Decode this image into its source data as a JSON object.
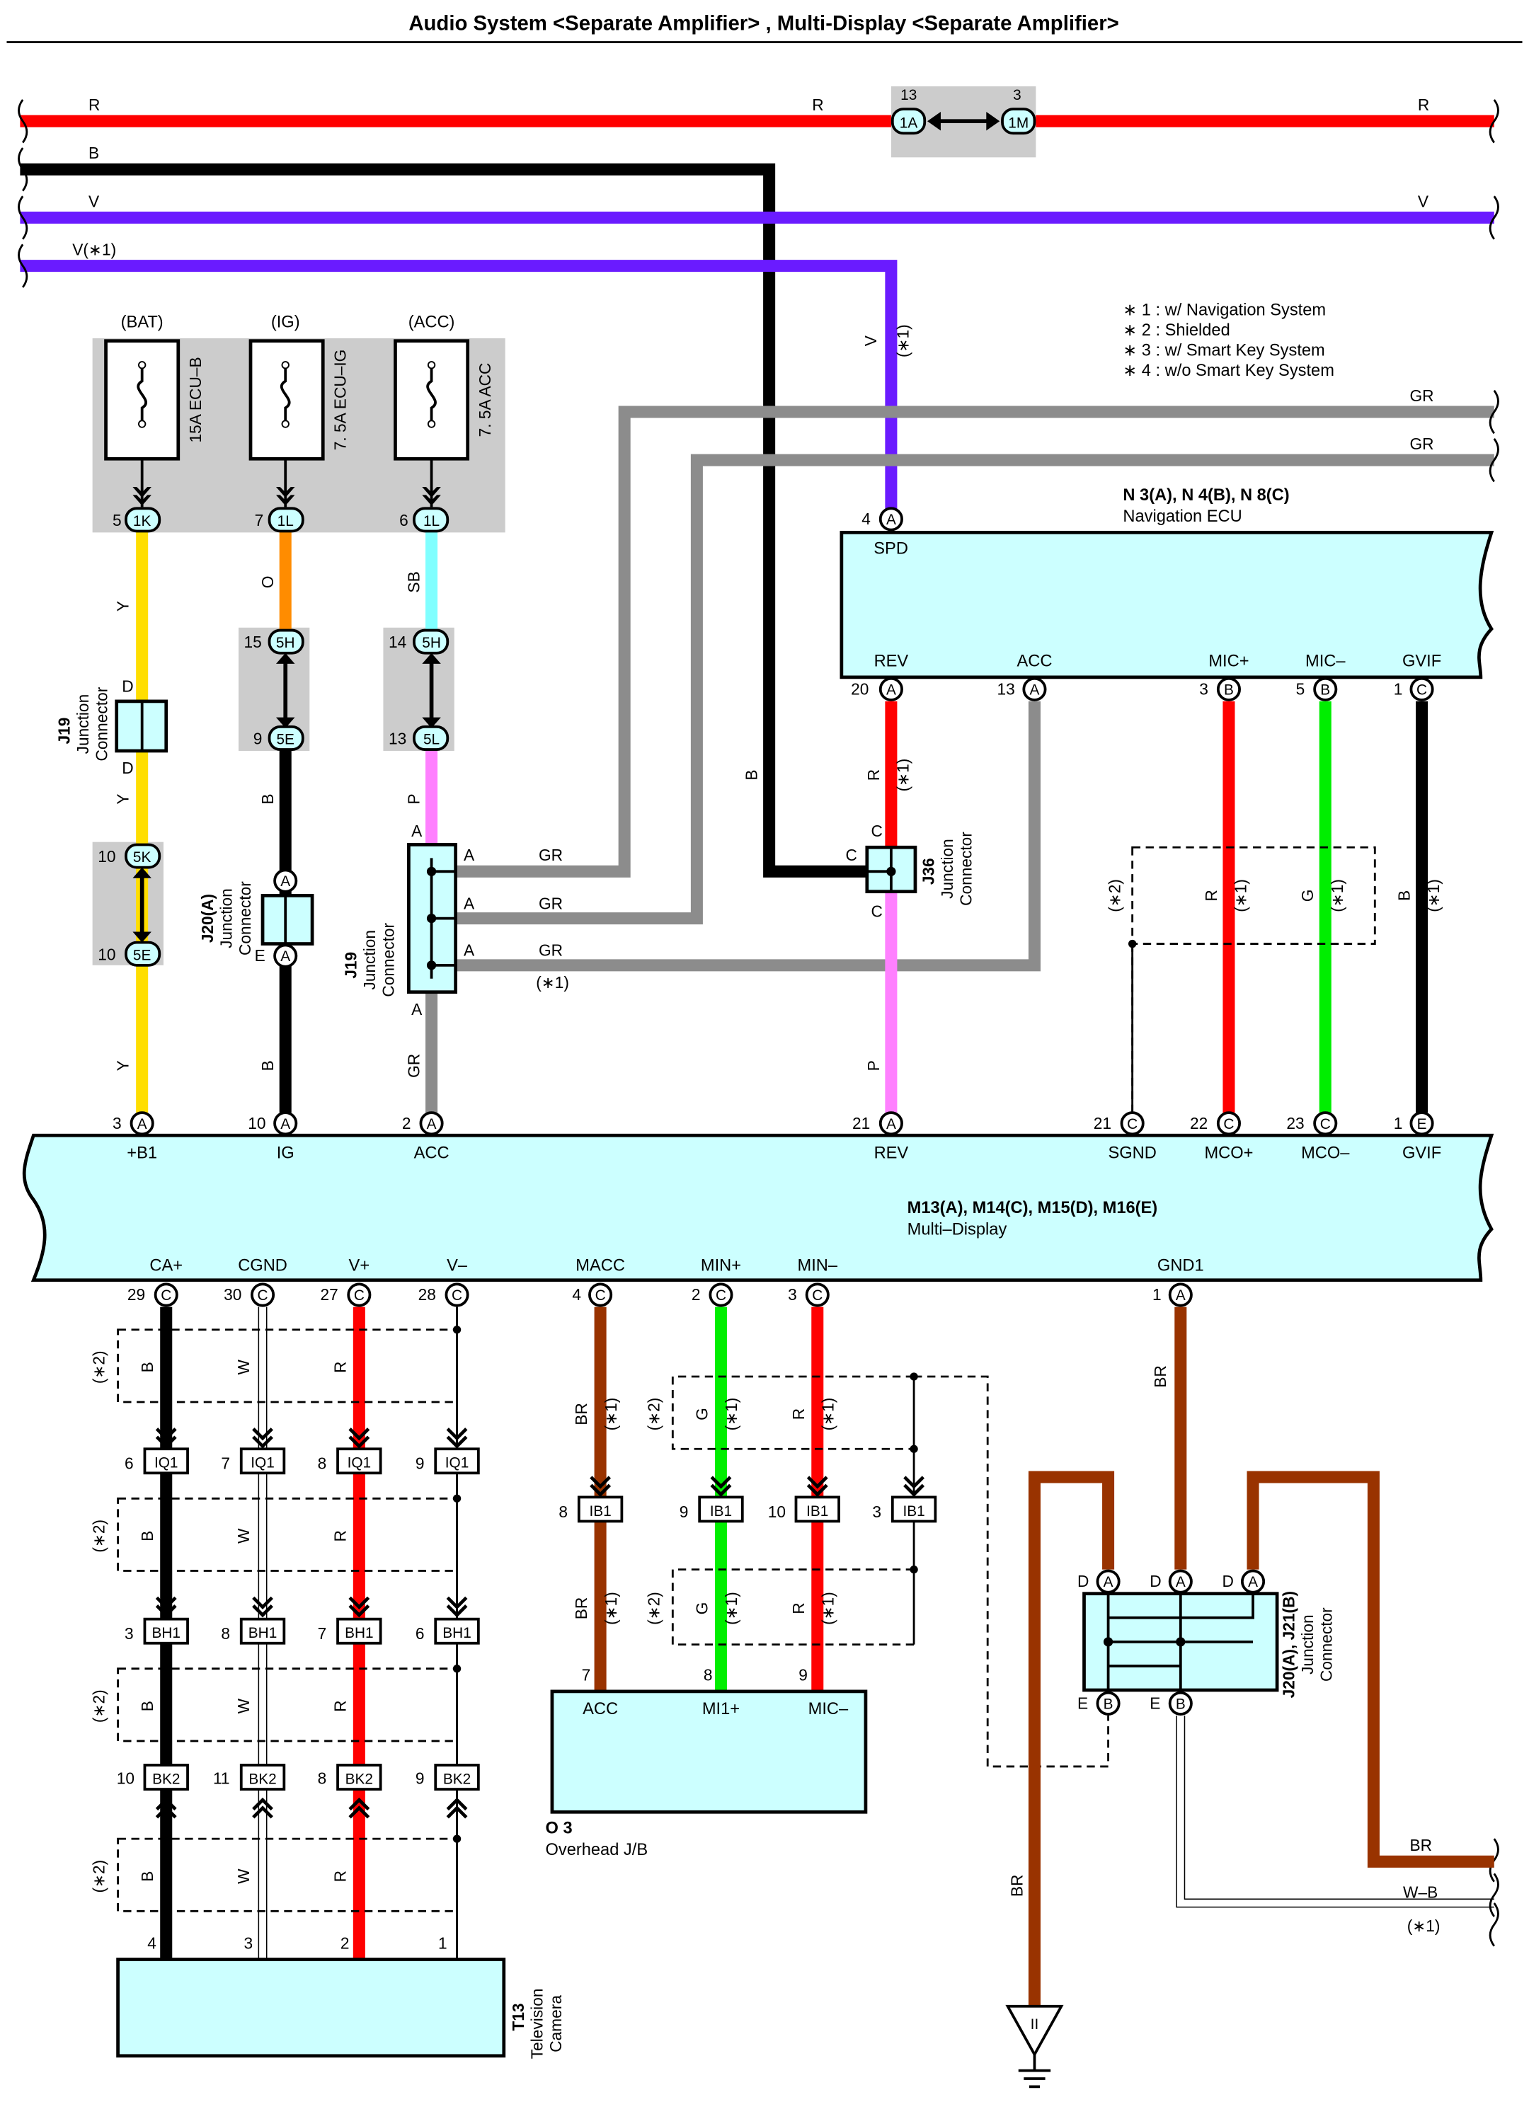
{
  "title": "Audio System <Separate Amplifier> , Multi-Display <Separate Amplifier>",
  "colors": {
    "R": "#ff0000",
    "B": "#000000",
    "V": "#6a1bff",
    "GR": "#8c8c8c",
    "Y": "#ffde00",
    "O": "#ff8c00",
    "SB": "#80ffff",
    "P": "#ff80ff",
    "G": "#00ee00",
    "BR": "#993300",
    "box": "#ccffff",
    "shade": "#cccccc"
  },
  "bus_lines": {
    "r_left": "R",
    "r_mid": "R",
    "r_right": "R",
    "b_left": "B",
    "v_left": "V",
    "v_right": "V",
    "v1_left": "V(∗1)",
    "gr1_right": "GR",
    "gr2_right": "GR"
  },
  "notes": [
    "∗ 1 : w/ Navigation System",
    "∗ 2 : Shielded",
    "∗ 3 : w/ Smart Key System",
    "∗ 4 : w/o Smart Key System"
  ],
  "top_connector": {
    "left_pin": "13",
    "left_label": "1A",
    "right_pin": "3",
    "right_label": "1M"
  },
  "fuses": [
    {
      "supply": "(BAT)",
      "name": "15A ECU–B",
      "pin": "5",
      "conn": "1K"
    },
    {
      "supply": "(IG)",
      "name": "7. 5A ECU–IG",
      "pin": "7",
      "conn": "1L"
    },
    {
      "supply": "(ACC)",
      "name": "7. 5A ACC",
      "pin": "6",
      "conn": "1L"
    }
  ],
  "nav_ecu": {
    "id": "N 3(A), N 4(B), N 8(C)",
    "name": "Navigation ECU",
    "spd": {
      "label": "SPD",
      "pin": "4",
      "conn": "A"
    },
    "terms": [
      {
        "label": "REV",
        "pin": "20",
        "conn": "A"
      },
      {
        "label": "ACC",
        "pin": "13",
        "conn": "A"
      },
      {
        "label": "MIC+",
        "pin": "3",
        "conn": "B"
      },
      {
        "label": "MIC–",
        "pin": "5",
        "conn": "B"
      },
      {
        "label": "GVIF",
        "pin": "1",
        "conn": "C"
      }
    ]
  },
  "multi_display": {
    "id": "M13(A), M14(C), M15(D), M16(E)",
    "name": "Multi–Display",
    "top_terms": [
      {
        "label": "+B1",
        "pin": "3",
        "conn": "A"
      },
      {
        "label": "IG",
        "pin": "10",
        "conn": "A"
      },
      {
        "label": "ACC",
        "pin": "2",
        "conn": "A"
      },
      {
        "label": "REV",
        "pin": "21",
        "conn": "A"
      },
      {
        "label": "SGND",
        "pin": "21",
        "conn": "C"
      },
      {
        "label": "MCO+",
        "pin": "22",
        "conn": "C"
      },
      {
        "label": "MCO–",
        "pin": "23",
        "conn": "C"
      },
      {
        "label": "GVIF",
        "pin": "1",
        "conn": "E"
      }
    ],
    "bottom_terms": [
      {
        "label": "CA+",
        "pin": "29",
        "conn": "C"
      },
      {
        "label": "CGND",
        "pin": "30",
        "conn": "C"
      },
      {
        "label": "V+",
        "pin": "27",
        "conn": "C"
      },
      {
        "label": "V–",
        "pin": "28",
        "conn": "C"
      },
      {
        "label": "MACC",
        "pin": "4",
        "conn": "C"
      },
      {
        "label": "MIN+",
        "pin": "2",
        "conn": "C"
      },
      {
        "label": "MIN–",
        "pin": "3",
        "conn": "C"
      },
      {
        "label": "GND1",
        "pin": "1",
        "conn": "A"
      }
    ]
  },
  "mid_connectors": {
    "c5h_a": {
      "top_pin": "15",
      "top": "5H",
      "bot_pin": "9",
      "bot": "5E"
    },
    "c5h_b": {
      "top_pin": "14",
      "top": "5H",
      "bot_pin": "13",
      "bot": "5L"
    },
    "c5k": {
      "top_pin": "10",
      "top": "5K",
      "bot_pin": "10",
      "bot": "5E"
    }
  },
  "junctions": {
    "j19a": {
      "id": "J19",
      "name": "Junction\nConnector",
      "top": "D",
      "bot": "D"
    },
    "j20": {
      "id": "J20(A)",
      "name": "Junction\nConnector",
      "top": "A",
      "bot": "A",
      "side": "E"
    },
    "j19b": {
      "id": "J19",
      "name": "Junction\nConnector",
      "left": "A",
      "right": [
        "A",
        "A",
        "A"
      ],
      "bottom": "A"
    },
    "j36": {
      "id": "J36",
      "name": "Junction\nConnector",
      "c": "C"
    },
    "j21": {
      "id": "J20(A), J21(B)",
      "name": "Junction\nConnector",
      "top": [
        "D",
        "D",
        "D"
      ],
      "bot": [
        "E",
        "E"
      ]
    }
  },
  "wire_labels": {
    "y": "Y",
    "o": "O",
    "sb": "SB",
    "b": "B",
    "p": "P",
    "gr": "GR",
    "r": "R",
    "g": "G",
    "w": "W",
    "br": "BR",
    "v": "V",
    "wb": "W–B",
    "star1": "(∗1)",
    "star2": "(∗2)"
  },
  "camera_connectors": {
    "iq1": [
      "6",
      "7",
      "8",
      "9"
    ],
    "iq1_label": "IQ1",
    "bh1": [
      "3",
      "8",
      "7",
      "6"
    ],
    "bh1_label": "BH1",
    "bk2": [
      "10",
      "11",
      "8",
      "9"
    ],
    "bk2_label": "BK2",
    "cam_pins": [
      "4",
      "3",
      "2",
      "1"
    ]
  },
  "ib1": {
    "label": "IB1",
    "pins": [
      "8",
      "9",
      "10",
      "3"
    ]
  },
  "overhead_jb": {
    "id": "O 3",
    "name": "Overhead J/B",
    "terms": [
      {
        "label": "ACC",
        "pin": "7"
      },
      {
        "label": "MI1+",
        "pin": "8"
      },
      {
        "label": "MIC–",
        "pin": "9"
      }
    ]
  },
  "camera": {
    "id": "T13",
    "name": "Television\nCamera"
  },
  "ground": {
    "label": "II"
  }
}
